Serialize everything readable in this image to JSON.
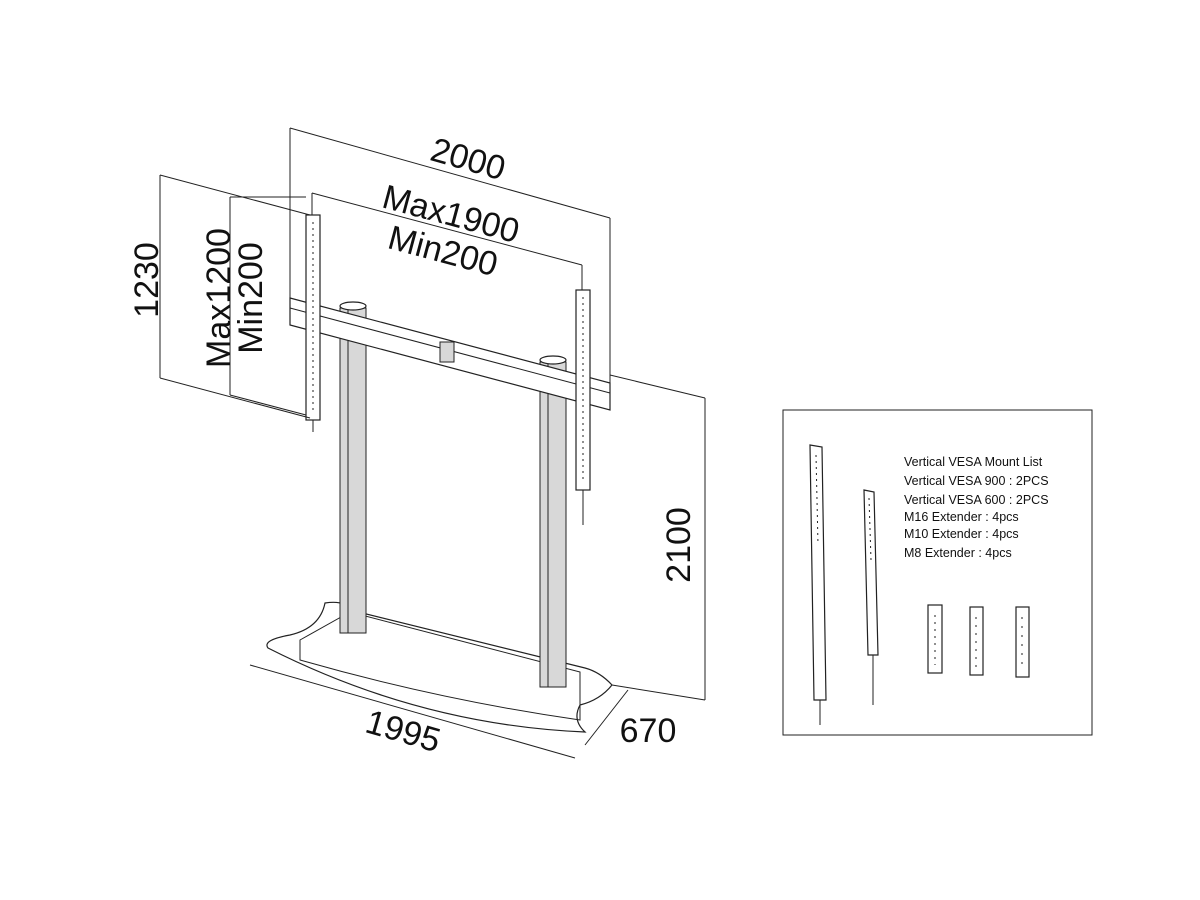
{
  "dimensions": {
    "overall_width": "2000",
    "vesa_max_width": "Max1900",
    "vesa_min_width": "Min200",
    "rail_height": "1230",
    "vesa_max_height": "Max1200",
    "vesa_min_height": "Min200",
    "total_height": "2100",
    "base_width": "1995",
    "base_depth": "670"
  },
  "mount_list": {
    "title": "Vertical VESA Mount List",
    "items": [
      "Vertical VESA 900 : 2PCS",
      "Vertical VESA 600 : 2PCS",
      "M16 Extender : 4pcs",
      "M10 Extender : 4pcs",
      "M8 Extender : 4pcs"
    ]
  }
}
